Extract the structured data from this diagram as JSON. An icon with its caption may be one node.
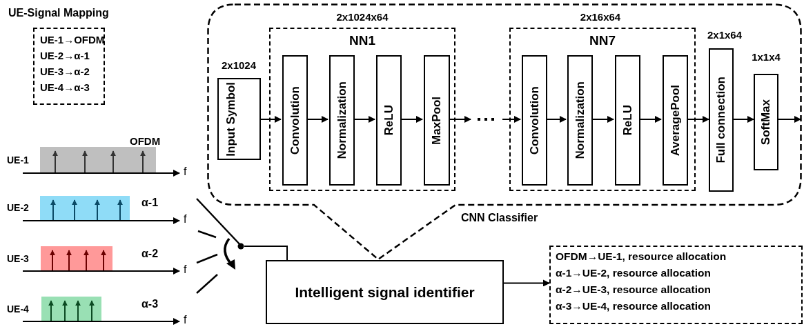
{
  "diagram": {
    "nodes": [
      {
        "text": [
          "UE-Signal Mapping",
          "UE-1→OFDM",
          "UE-2→α-1",
          "UE-3→α-2",
          "UE-4→α-3"
        ]
      },
      {
        "text": [
          "CNN Classifier"
        ]
      },
      {
        "text": [
          "Input Symbol"
        ],
        "in": 1,
        "beside": [
          "2x1024"
        ]
      },
      {
        "text": [
          "NN1"
        ],
        "in": 1,
        "beside": [
          "2x1024x64"
        ]
      },
      {
        "text": [
          "Convolution"
        ],
        "in": 3
      },
      {
        "text": [
          "Normalization"
        ],
        "in": 3
      },
      {
        "text": [
          "ReLU"
        ],
        "in": 3
      },
      {
        "text": [
          "MaxPool"
        ],
        "in": 3
      },
      {
        "text": [
          "NN7"
        ],
        "in": 1,
        "beside": [
          "2x16x64"
        ]
      },
      {
        "text": [
          "Convolution"
        ],
        "in": 8
      },
      {
        "text": [
          "Normalization"
        ],
        "in": 8
      },
      {
        "text": [
          "ReLU"
        ],
        "in": 8
      },
      {
        "text": [
          "AveragePool"
        ],
        "in": 8
      },
      {
        "text": [
          "Full connection"
        ],
        "in": 1,
        "beside": [
          "2x1x64"
        ]
      },
      {
        "text": [
          "SoftMax"
        ],
        "in": 1,
        "beside": [
          "1x1x4"
        ]
      },
      {
        "text": [
          "Intelligent signal identifier"
        ]
      },
      {
        "text": [
          "OFDM→UE-1, resource allocation",
          "α-1→UE-2, resource allocation",
          "α-2→UE-3, resource allocation",
          "α-3→UE-4, resource allocation"
        ]
      },
      {
        "text": [],
        "shape": "switch"
      }
    ],
    "edges": [
      {
        "from": 2,
        "to": 4,
        "arrow": "to"
      },
      {
        "from": 4,
        "to": 5,
        "arrow": "to"
      },
      {
        "from": 5,
        "to": 6,
        "arrow": "to"
      },
      {
        "from": 6,
        "to": 7,
        "arrow": "to"
      },
      {
        "from": 7,
        "to": null,
        "arrow": "to"
      },
      {
        "from": null,
        "to": 9,
        "arrow": "to"
      },
      {
        "from": 9,
        "to": 10,
        "arrow": "to"
      },
      {
        "from": 10,
        "to": 11,
        "arrow": "to"
      },
      {
        "from": 11,
        "to": 12,
        "arrow": "to"
      },
      {
        "from": 12,
        "to": 13,
        "arrow": "to"
      },
      {
        "from": 13,
        "to": 14,
        "arrow": "to"
      },
      {
        "from": 14,
        "to": null,
        "arrow": "to"
      },
      {
        "from": 15,
        "to": 16,
        "arrow": "to"
      },
      {
        "from": 17,
        "to": 15,
        "arrow": "none"
      }
    ],
    "labels": [
      "OFDM",
      "UE-1",
      "f",
      "UE-2",
      "α-1",
      "f",
      "UE-3",
      "α-2",
      "f",
      "UE-4",
      "α-3",
      "f"
    ]
  }
}
